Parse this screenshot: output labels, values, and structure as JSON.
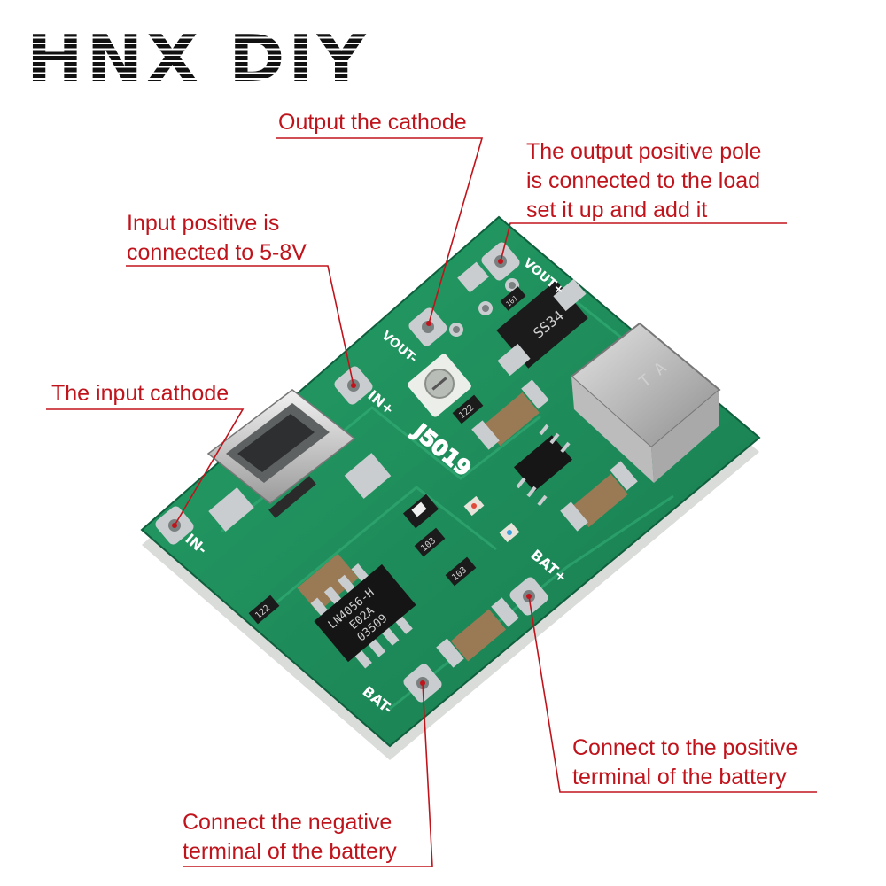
{
  "brand": {
    "text": "HNX DIY"
  },
  "annotations": {
    "output_cathode": "Output the cathode",
    "output_positive": [
      "The output positive pole",
      "is connected to the load",
      "set it up and add it"
    ],
    "input_positive": [
      "Input positive is",
      "connected to 5-8V"
    ],
    "input_cathode": "The input cathode",
    "battery_positive": [
      "Connect to the positive",
      "terminal of the battery"
    ],
    "battery_negative": [
      "Connect the negative",
      "terminal of the battery"
    ]
  },
  "board": {
    "silkscreen": {
      "vout_minus": "VOUT-",
      "vout_plus": "VOUT+",
      "in_plus": "IN+",
      "in_minus": "IN-",
      "bat_plus": "BAT+",
      "bat_minus": "BAT-",
      "model": "J5019"
    },
    "chip_markings": {
      "charger_ic": [
        "LN4056-H",
        "E02A",
        "03509"
      ],
      "diode": "SS34",
      "resistor_1": "122",
      "resistor_2": "103",
      "resistor_3": "103",
      "resistor_4": "122",
      "diode_small": "101"
    },
    "colors": {
      "pcb": "#1e8c5a",
      "pcb_dark": "#14704a",
      "pad": "#c9cdcf",
      "annotation": "#c0141c"
    }
  }
}
